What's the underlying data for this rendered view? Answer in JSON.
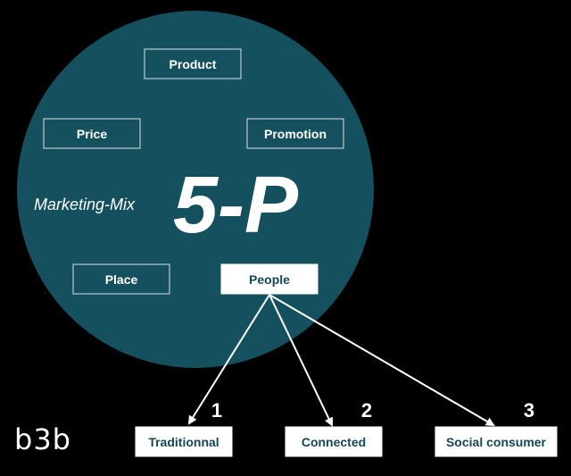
{
  "colors": {
    "background": "#000000",
    "circle_fill": "#14505e",
    "text_light": "#ffffff",
    "text_dark": "#14465a"
  },
  "circle": {
    "subtitle": "Marketing-Mix",
    "title": "5-P"
  },
  "mix_items": [
    {
      "label": "Product"
    },
    {
      "label": "Price"
    },
    {
      "label": "Promotion"
    },
    {
      "label": "Place"
    },
    {
      "label": "People"
    }
  ],
  "consumer_types": [
    {
      "number": "1",
      "label": "Traditionnal"
    },
    {
      "number": "2",
      "label": "Connected"
    },
    {
      "number": "3",
      "label": "Social consumer"
    }
  ],
  "logo": {
    "text": "b3b"
  }
}
